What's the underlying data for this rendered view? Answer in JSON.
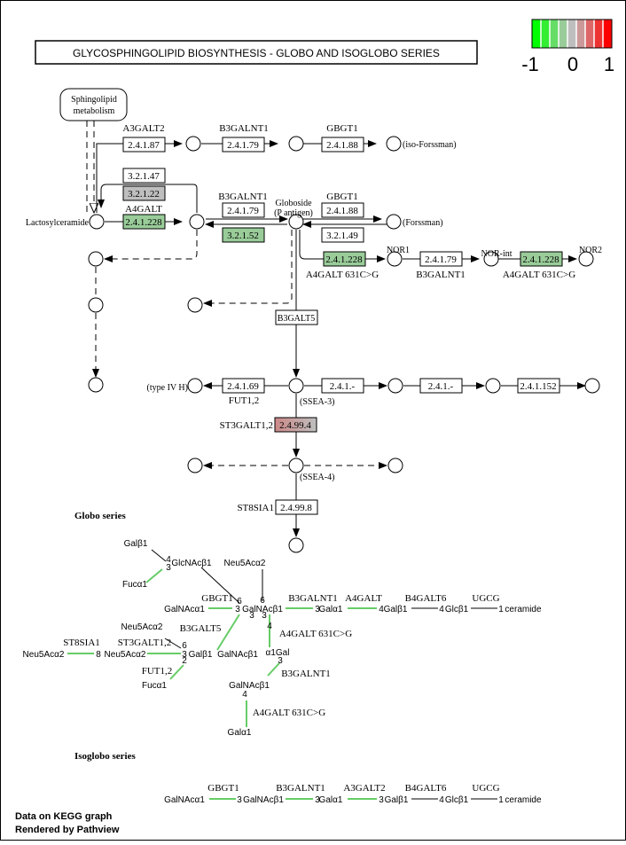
{
  "title": "GLYCOSPHINGOLIPID  BIOSYNTHESIS  -  GLOBO  AND  ISOGLOBO SERIES",
  "legend": {
    "min_label": "-1",
    "mid_label": "0",
    "max_label": "1",
    "colors": [
      "#00ff00",
      "#33ee33",
      "#66dd66",
      "#99cc99",
      "#bebebe",
      "#cc9999",
      "#dd6666",
      "#ee3333",
      "#ff0000"
    ]
  },
  "colors": {
    "gray_fill": "#bebebe",
    "green_fill": "#99cc99",
    "pink_start": "#cc8888",
    "pink_end": "#bfbfbf",
    "glycan_link": "#66cc66"
  },
  "map_links": {
    "sphingolipid": "Sphingolipid",
    "sphingolipid_line2": "metabolism"
  },
  "compounds": {
    "lactosylceramide": "Lactosylceramide",
    "iso_forssman": "(iso-Forssman)",
    "forssman": "(Forssman)",
    "globoside": "Globoside",
    "p_antigen": "(P antigen)",
    "nor1": "NOR1",
    "nor_int": "NOR-int",
    "nor2": "NOR2",
    "type_iv_h": "(type IV H)",
    "ssea3": "(SSEA-3)",
    "ssea4": "(SSEA-4)"
  },
  "genes": {
    "a3galt2": "A3GALT2",
    "b3galnt1_top": "B3GALNT1",
    "gbgt1_top": "GBGT1",
    "a4galt": "A4GALT",
    "b3galnt1_mid": "B3GALNT1",
    "gbgt1_mid": "GBGT1",
    "a4galt_631_a": "A4GALT 631C>G",
    "b3galnt1_nor": "B3GALNT1",
    "a4galt_631_b": "A4GALT 631C>G",
    "fut12": "FUT1,2",
    "st3galt12": "ST3GALT1,2",
    "st8sia1": "ST8SIA1",
    "b3galt5": "B3GALT5"
  },
  "enzymes": {
    "e2_4_1_87": "2.4.1.87",
    "e2_4_1_79_top": "2.4.1.79",
    "e2_4_1_88_top": "2.4.1.88",
    "e3_2_1_47": "3.2.1.47",
    "e3_2_1_22": "3.2.1.22",
    "e2_4_1_228_a": "2.4.1.228",
    "e2_4_1_79_mid": "2.4.1.79",
    "e2_4_1_88_mid": "2.4.1.88",
    "e3_2_1_52": "3.2.1.52",
    "e3_2_1_49": "3.2.1.49",
    "e2_4_1_228_b": "2.4.1.228",
    "e2_4_1_79_nor": "2.4.1.79",
    "e2_4_1_228_c": "2.4.1.228",
    "e2_4_1_69": "2.4.1.69",
    "e2_4_1_dash_a": "2.4.1.-",
    "e2_4_1_dash_b": "2.4.1.-",
    "e2_4_1_152": "2.4.1.152",
    "e2_4_99_4": "2.4.99.4",
    "e2_4_99_8": "2.4.99.8",
    "b3galt5_box": "B3GALT5"
  },
  "sections": {
    "globo": "Globo series",
    "isoglobo": "Isoglobo series"
  },
  "globo_glycan": {
    "galb1": "Galβ1",
    "n4": "4",
    "n3a": "3",
    "glcnacb1": "GlcNAcβ1",
    "fuca1_top": "Fucα1",
    "neu5aca2_top": "Neu5Acα2",
    "n6a": "6",
    "gbgt1": "GBGT1",
    "n6b": "6",
    "b3galnt1": "B3GALNT1",
    "a4galt": "A4GALT",
    "b4galt6": "B4GALT6",
    "ugcg": "UGCG",
    "galnaca1": "GalNAcα1",
    "n3b": "3",
    "galnacb1_main": "GalNAcβ1",
    "n3c": "3",
    "gala1": "Galα1",
    "n4b": "4",
    "galb1_main": "Galβ1",
    "n4c": "4",
    "glcb1": "Glcβ1",
    "n1": "1",
    "ceramide": "ceramide",
    "neu5aca2_mid": "Neu5Acα2",
    "b3galt5": "B3GALT5",
    "n6c": "6",
    "n3d": "3",
    "n3e": "3",
    "n4d": "4",
    "st8sia1": "ST8SIA1",
    "st3galt12": "ST3GALT1,2",
    "a4galt631": "A4GALT 631C>G",
    "neu5aca2_left": "Neu5Acα2",
    "n8": "8",
    "neu5aca2_chain": "Neu5Acα2",
    "n3f": "3",
    "galb1_chain": "Galβ1",
    "galnacb1_chain": "GalNAcβ1",
    "a1gal": "α1Gal",
    "n2": "2",
    "n3g": "3",
    "fut12": "FUT1,2",
    "b3galnt1_b": "B3GALNT1",
    "fuca1_b": "Fucα1",
    "galnacb1_b": "GalNAcβ1",
    "n4e": "4",
    "a4galt631_b": "A4GALT 631C>G",
    "gala1_b": "Galα1"
  },
  "isoglobo_glycan": {
    "gbgt1": "GBGT1",
    "b3galnt1": "B3GALNT1",
    "a3galt2": "A3GALT2",
    "b4galt6": "B4GALT6",
    "ugcg": "UGCG",
    "galnaca1": "GalNAcα1",
    "n3a": "3",
    "galnacb1": "GalNAcβ1",
    "n3b": "3",
    "gala1": "Galα1",
    "n3c": "3",
    "galb1": "Galβ1",
    "n4": "4",
    "glcb1": "Glcβ1",
    "n1": "1",
    "ceramide": "ceramide"
  },
  "footer": {
    "line1": "Data on KEGG graph",
    "line2": "Rendered by Pathview"
  }
}
